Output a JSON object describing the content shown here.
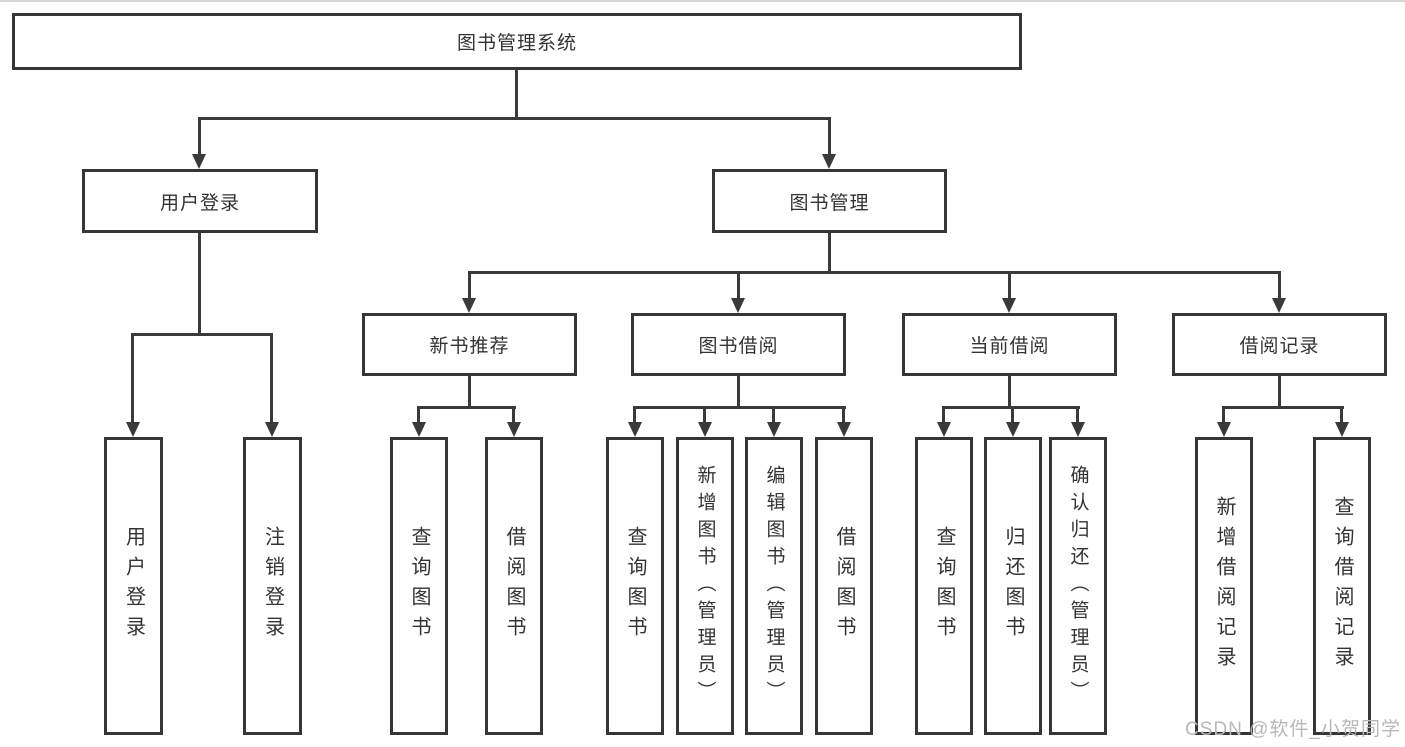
{
  "diagram": {
    "root": "图书管理系统",
    "level2": [
      "用户登录",
      "图书管理"
    ],
    "level3": [
      "新书推荐",
      "图书借阅",
      "当前借阅",
      "借阅记录"
    ],
    "leaves": [
      "用户登录",
      "注销登录",
      "查询图书",
      "借阅图书",
      "查询图书",
      "新增图书（管理员）",
      "编辑图书（管理员）",
      "借阅图书",
      "查询图书",
      "归还图书",
      "确认归还（管理员）",
      "新增借阅记录",
      "查询借阅记录"
    ]
  },
  "watermark": "CSDN @软件_小贺同学",
  "colors": {
    "line": "#3a3a3a",
    "border": "#363636",
    "text": "#333333",
    "watermark": "#b8b8b8",
    "background": "#ffffff"
  }
}
